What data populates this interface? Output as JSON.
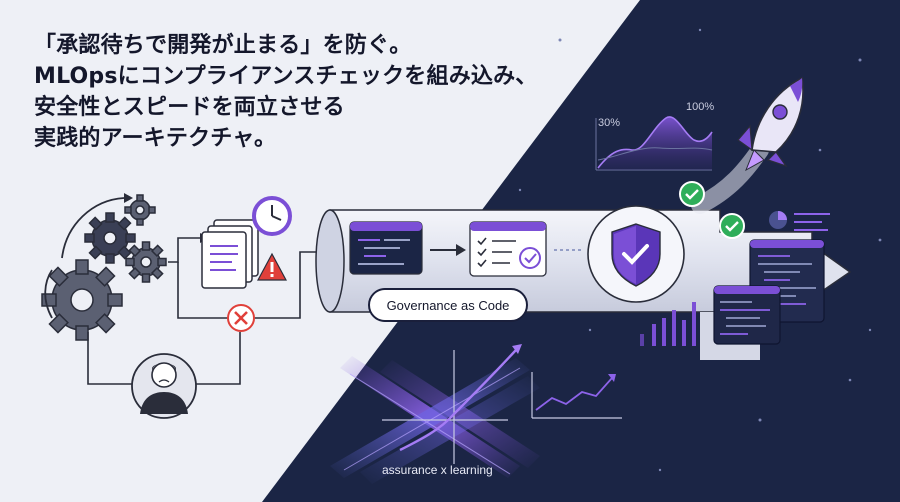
{
  "headline": {
    "line1": "「承認待ちで開発が止まる」を防ぐ。",
    "line2": "MLOpsにコンプライアンスチェックを組み込み、",
    "line3": "安全性とスピードを両立させる",
    "line4": "実践的アーキテクチャ。"
  },
  "pipeline": {
    "label": "Governance as Code"
  },
  "chart": {
    "label_low": "30%",
    "label_high": "100%"
  },
  "footer": {
    "caption": "assurance x learning"
  },
  "colors": {
    "navy": "#1b2545",
    "purple": "#7b4fd6",
    "green": "#2fae5a",
    "red": "#e0403a",
    "light_bg": "#eef0f6"
  },
  "icons": [
    "gears-icon",
    "documents-icon",
    "clock-icon",
    "warning-icon",
    "error-icon",
    "worried-person-icon",
    "code-window-icon",
    "checklist-icon",
    "shield-check-icon",
    "rocket-icon",
    "check-badge-icon",
    "bar-chart-icon",
    "trend-chart-icon"
  ]
}
